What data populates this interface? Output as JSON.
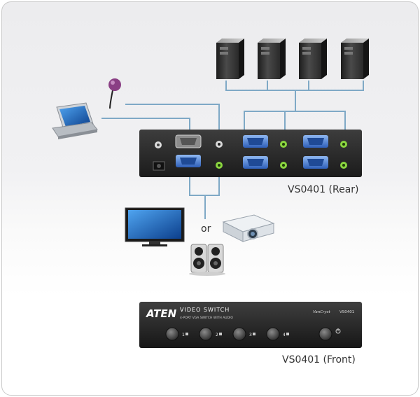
{
  "diagram": {
    "rear_label": "VS0401 (Rear)",
    "front_label": "VS0401 (Front)",
    "or_label": "or",
    "brand": "ATEN",
    "product_line": "VIDEO SWITCH",
    "product_desc": "4-PORT VGA SWITCH WITH AUDIO",
    "front_badge": "VanCryst",
    "front_model": "VS0401",
    "front_buttons": [
      "1",
      "2",
      "3",
      "4"
    ]
  },
  "colors": {
    "cable": "#7fa9c6",
    "device_body": "#2b2b2b",
    "vga_port": "#4a7ed6",
    "audio_jack": "#8bd640"
  }
}
